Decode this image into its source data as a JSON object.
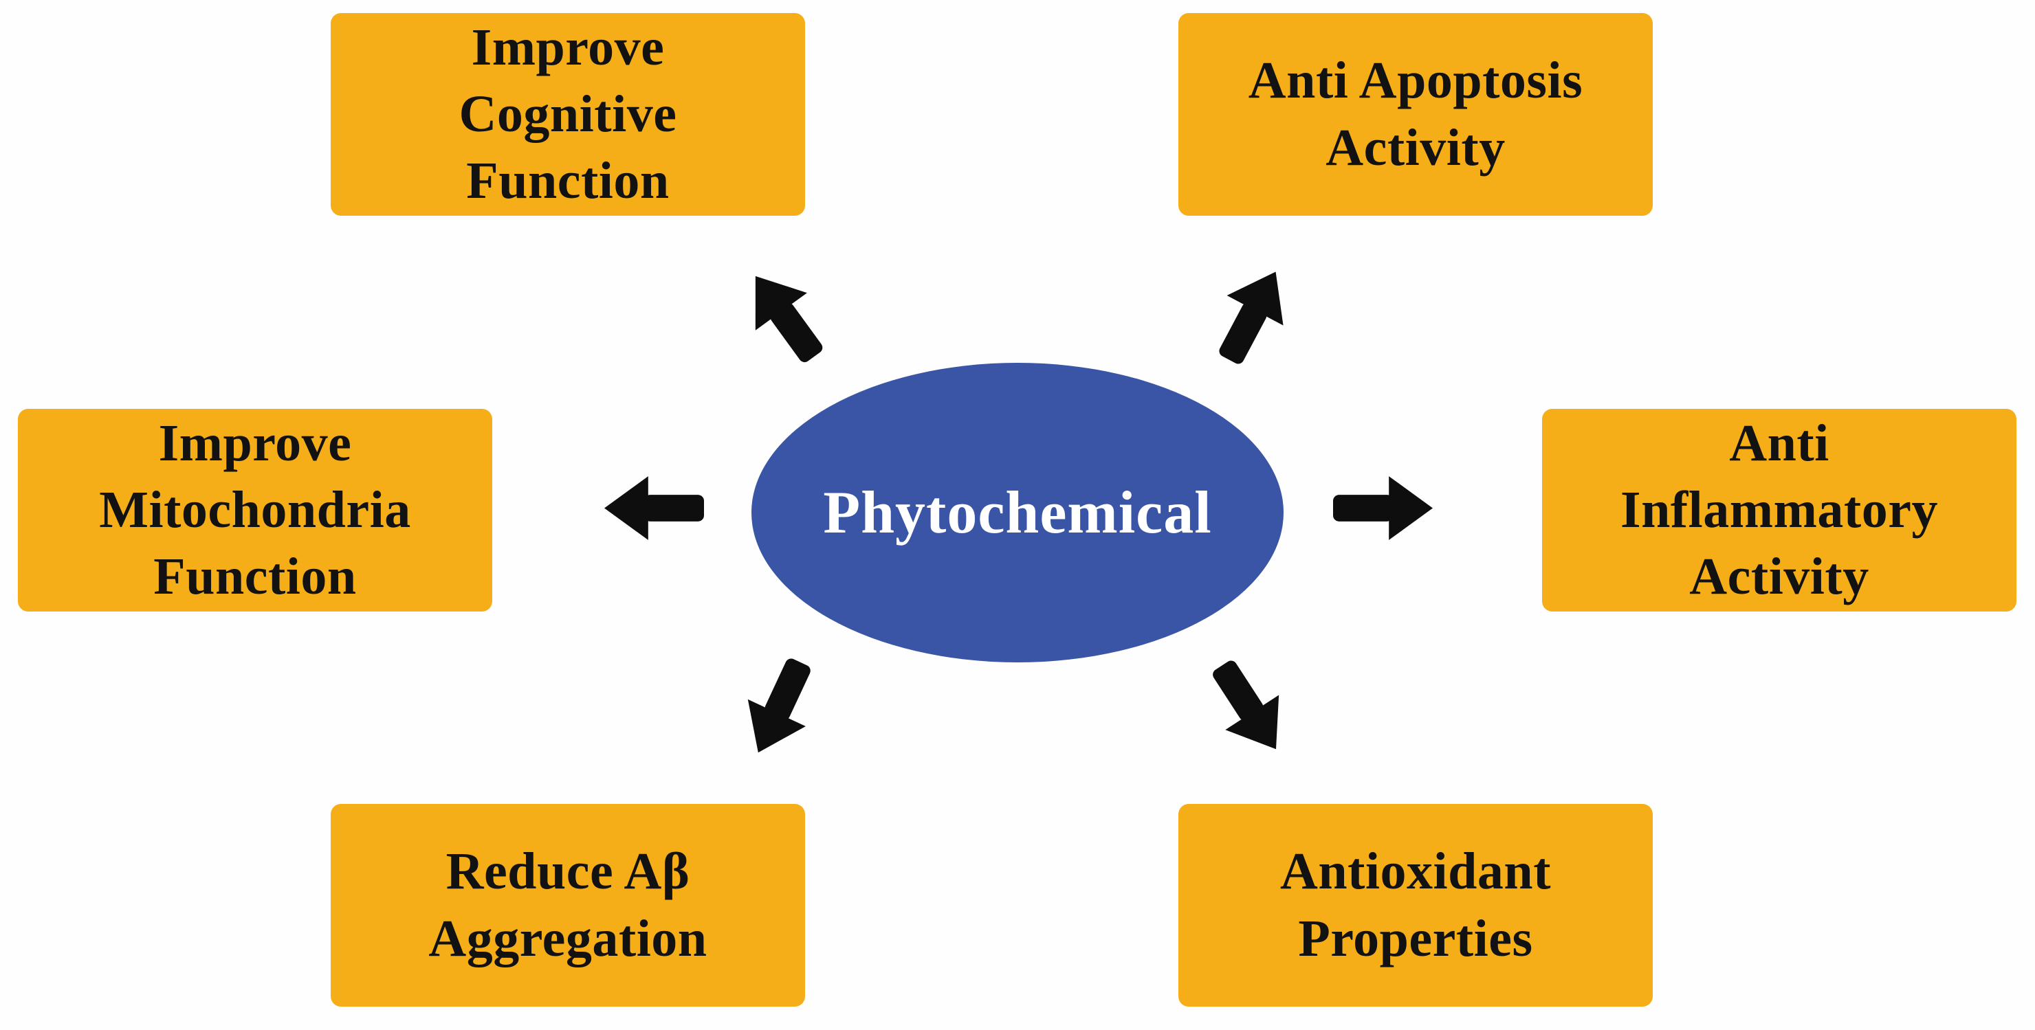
{
  "colors": {
    "background": "#FEFEFE",
    "box_fill": "#F5AE17",
    "box_text": "#121212",
    "center_fill": "#3A55A6",
    "center_text": "#FFFFFF",
    "arrow_color": "#0E0E0E"
  },
  "center": {
    "label": "Phytochemical"
  },
  "nodes": [
    {
      "id": "improve-cognitive-function",
      "position": "top-left",
      "lines": [
        "Improve",
        "Cognitive",
        "Function"
      ]
    },
    {
      "id": "anti-apoptosis-activity",
      "position": "top-right",
      "lines": [
        "Anti Apoptosis",
        "Activity"
      ]
    },
    {
      "id": "improve-mitochondria-function",
      "position": "left",
      "lines": [
        "Improve",
        "Mitochondria",
        "Function"
      ]
    },
    {
      "id": "anti-inflammatory-activity",
      "position": "right",
      "lines": [
        "Anti",
        "Inflammatory",
        "Activity"
      ]
    },
    {
      "id": "reduce-abeta-aggregation",
      "position": "bottom-left",
      "lines": [
        "Reduce Aβ",
        "Aggregation"
      ]
    },
    {
      "id": "antioxidant-properties",
      "position": "bottom-right",
      "lines": [
        "Antioxidant",
        "Properties"
      ]
    }
  ],
  "arrows": [
    {
      "id": "arrow-to-improve-cognitive-function",
      "direction": "up-left"
    },
    {
      "id": "arrow-to-anti-apoptosis-activity",
      "direction": "up-right"
    },
    {
      "id": "arrow-to-improve-mitochondria-function",
      "direction": "left"
    },
    {
      "id": "arrow-to-anti-inflammatory-activity",
      "direction": "right"
    },
    {
      "id": "arrow-to-reduce-abeta-aggregation",
      "direction": "down-left"
    },
    {
      "id": "arrow-to-antioxidant-properties",
      "direction": "down-right"
    }
  ]
}
